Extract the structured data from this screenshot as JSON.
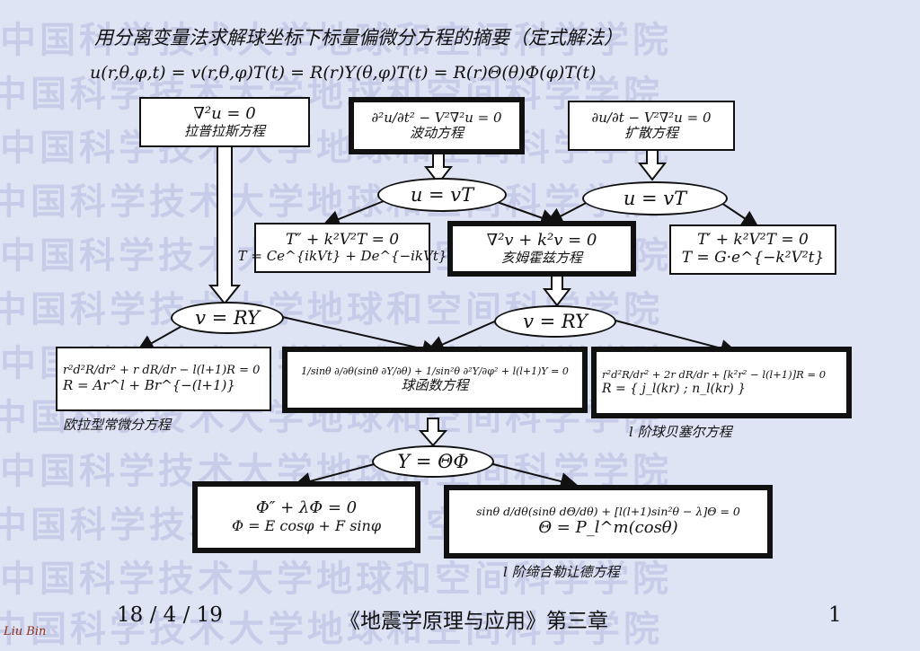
{
  "watermark": "中国科学技术大学地球和空间科学学院",
  "title_line1": "用分离变量法求解球坐标下标量偏微分方程的摘要（定式解法）",
  "title_line2": "u(r,θ,φ,t) = v(r,θ,φ)T(t) = R(r)Y(θ,φ)T(t) = R(r)Θ(θ)Φ(φ)T(t)",
  "boxes": {
    "laplace": {
      "eq": "∇²u = 0",
      "caption": "拉普拉斯方程"
    },
    "wave": {
      "eq": "∂²u/∂t² − V²∇²u = 0",
      "caption": "波动方程"
    },
    "diffusion": {
      "eq": "∂u/∂t − V²∇²u = 0",
      "caption": "扩散方程"
    },
    "wave_T": {
      "eq1": "T″ + k²V²T = 0",
      "eq2": "T = Ce^{ikVt} + De^{−ikVt}"
    },
    "helmholtz": {
      "eq": "∇²v + k²v = 0",
      "caption": "亥姆霍兹方程"
    },
    "diff_T": {
      "eq1": "T′ + k²V²T = 0",
      "eq2": "T = G·e^{−k²V²t}"
    },
    "euler": {
      "eq1": "r²d²R/dr² + r dR/dr − l(l+1)R = 0",
      "eq2": "R = Ar^l + Br^{−(l+1)}",
      "caption": "欧拉型常微分方程"
    },
    "spherical": {
      "eq": "1/sinθ ∂/∂θ(sinθ ∂Y/∂θ) + 1/sin²θ ∂²Y/∂φ² + l(l+1)Y = 0",
      "caption": "球函数方程"
    },
    "bessel": {
      "eq1": "r²d²R/dr² + 2r dR/dr + [k²r² − l(l+1)]R = 0",
      "eq2": "R = { j_l(kr) ; n_l(kr) }",
      "caption": "l 阶球贝塞尔方程"
    },
    "phi": {
      "eq1": "Φ″ + λΦ = 0",
      "eq2": "Φ = E cosφ + F sinφ"
    },
    "legendre": {
      "eq1": "sinθ d/dθ(sinθ dΘ/dθ) + [l(l+1)sin²θ − λ]Θ = 0",
      "eq2": "Θ = P_l^m(cosθ)",
      "caption": "l 阶缔合勒让德方程"
    }
  },
  "ovals": {
    "wave_sep": "u = vT",
    "diff_sep": "u = vT",
    "left_sep": "v = RY",
    "right_sep": "v = RY",
    "y_sep": "Y = ΘΦ"
  },
  "footer": {
    "date": "18 / 4 / 19",
    "book": "《地震学原理与应用》第三章",
    "page": "1",
    "signature": "Liu Bin"
  }
}
